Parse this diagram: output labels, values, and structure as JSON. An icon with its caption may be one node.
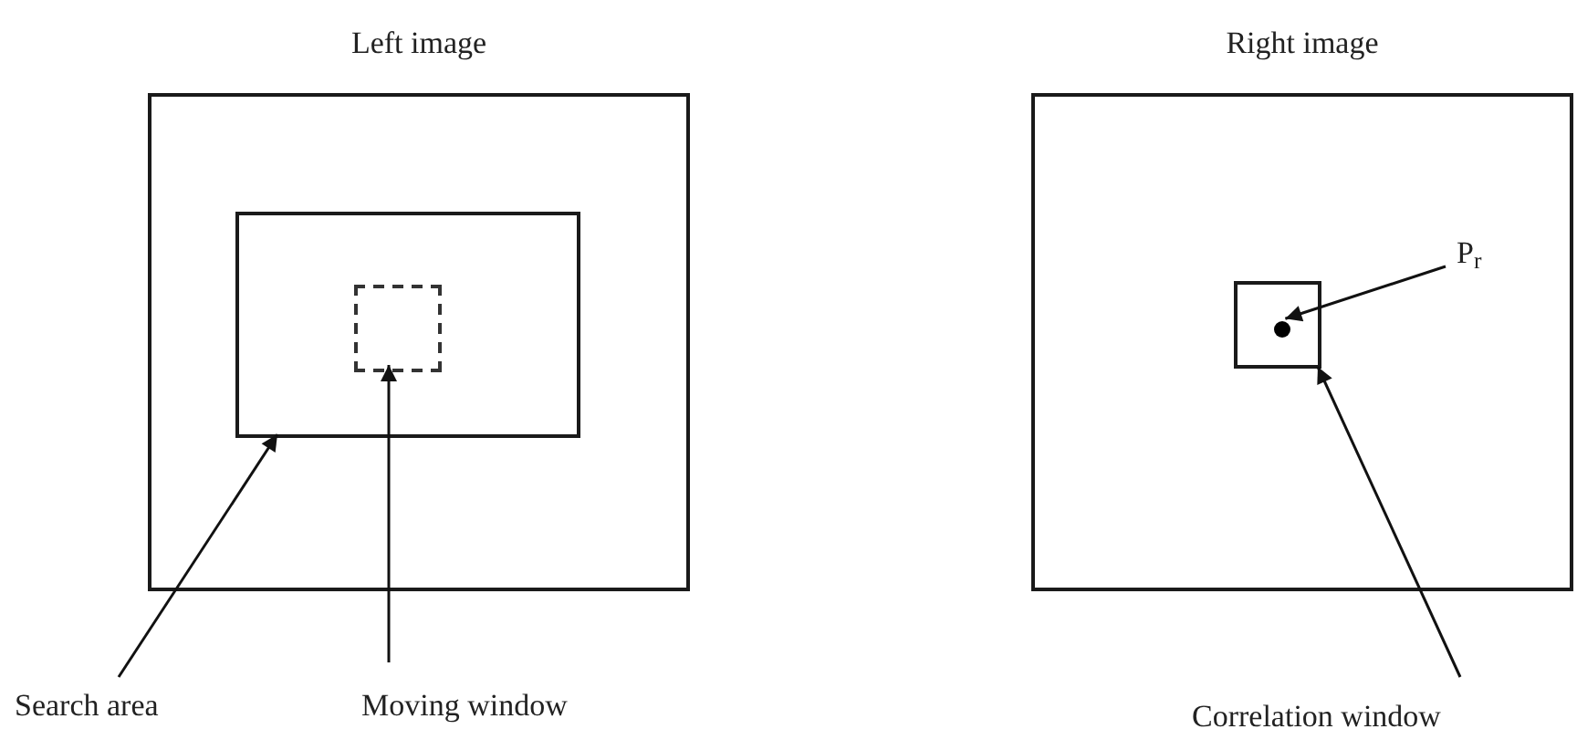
{
  "diagram": {
    "nodes": [
      {
        "text": [
          "Left image"
        ]
      },
      {
        "text": [],
        "shape": "box",
        "in": 0
      },
      {
        "text": [],
        "shape": "box",
        "in": 1
      },
      {
        "text": [
          "Search area"
        ]
      },
      {
        "text": [
          "Moving window"
        ]
      },
      {
        "text": [
          "Right image"
        ]
      },
      {
        "text": [],
        "shape": "box",
        "in": 5
      },
      {
        "text": [],
        "shape": "circle",
        "in": 6
      },
      {
        "text": [
          "P$_{r}$"
        ],
        "in": 5
      },
      {
        "text": [
          "Correlation window"
        ]
      }
    ],
    "edges": [
      {
        "from": 3,
        "to": 1,
        "arrow": "to"
      },
      {
        "from": 4,
        "to": 2,
        "arrow": "to"
      },
      {
        "from": 8,
        "to": 7,
        "arrow": "to"
      },
      {
        "from": 9,
        "to": 6,
        "arrow": "to"
      }
    ]
  }
}
